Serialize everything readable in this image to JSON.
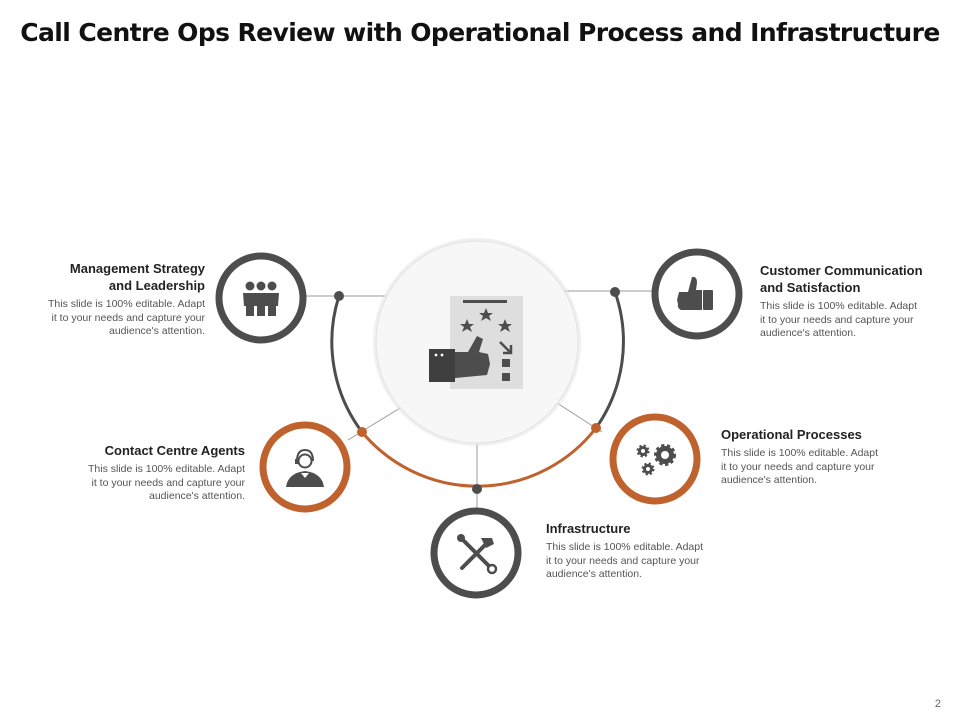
{
  "title": "Call Centre Ops Review with Operational Process and Infrastructure",
  "colors": {
    "dark": "#4d4d4d",
    "accent": "#c0622e"
  },
  "nodes": [
    {
      "id": "management",
      "heading_line1": "Management Strategy",
      "heading_line2": "and Leadership",
      "desc_line1": "This slide is 100% editable. Adapt",
      "desc_line2": "it to your needs and capture your",
      "desc_line3": "audience's attention.",
      "icon": "people-group-icon"
    },
    {
      "id": "customer",
      "heading_line1": "Customer Communication",
      "heading_line2": "and Satisfaction",
      "desc_line1": "This slide is 100% editable. Adapt",
      "desc_line2": "it to your needs and capture your",
      "desc_line3": "audience's attention.",
      "icon": "thumbs-up-icon"
    },
    {
      "id": "agents",
      "heading_line1": "Contact Centre Agents",
      "desc_line1": "This slide is 100% editable. Adapt",
      "desc_line2": "it to your needs and capture your",
      "desc_line3": "audience's attention.",
      "icon": "headset-agent-icon"
    },
    {
      "id": "operational",
      "heading_line1": "Operational Processes",
      "desc_line1": "This slide is 100% editable. Adapt",
      "desc_line2": "it to your needs and capture your",
      "desc_line3": "audience's attention.",
      "icon": "gears-icon"
    },
    {
      "id": "infrastructure",
      "heading_line1": "Infrastructure",
      "desc_line1": "This slide is 100% editable. Adapt",
      "desc_line2": "it to your needs and capture your",
      "desc_line3": "audience's attention.",
      "icon": "tools-icon"
    }
  ],
  "center_icon": "feedback-rating-icon",
  "page_number": "2"
}
